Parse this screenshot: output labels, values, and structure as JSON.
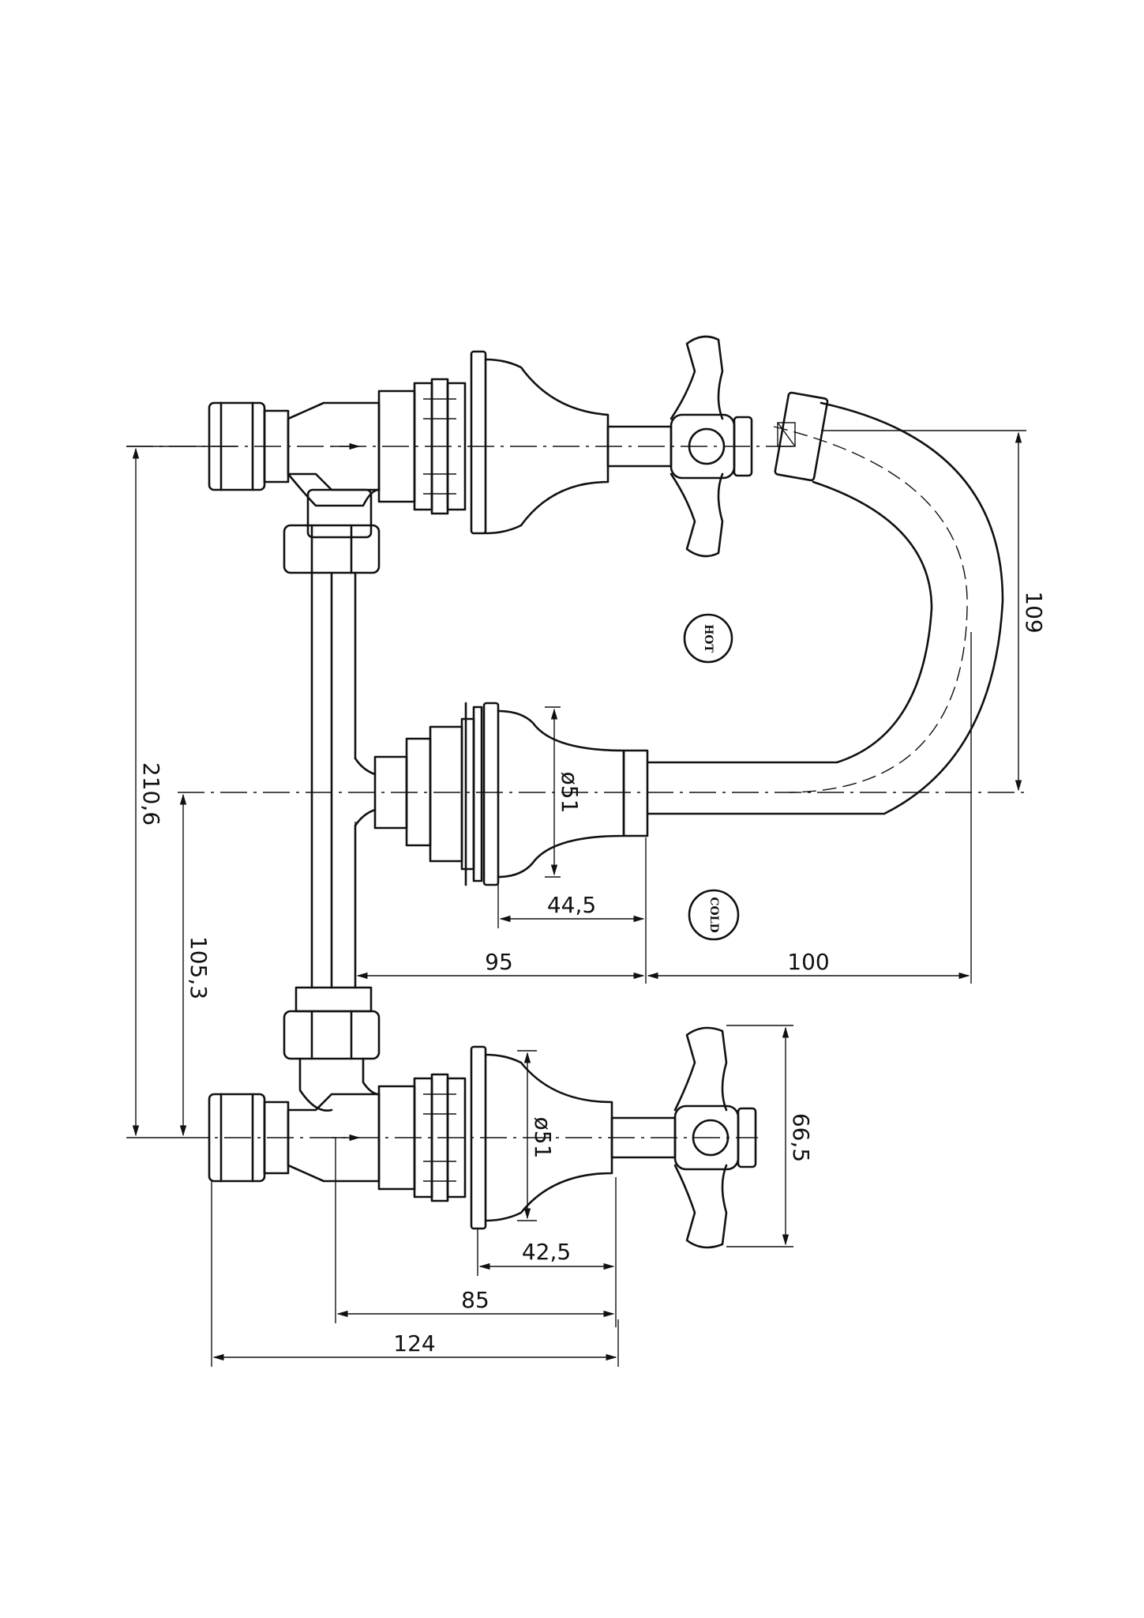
{
  "dimensions": {
    "total_height": "210,6",
    "center_to_bottom": "105,3",
    "spout_rise": "109",
    "flange_diameter_top": "ø51",
    "flange_diameter_bottom": "ø51",
    "spout_flange_depth": "44,5",
    "spout_projection_body": "95",
    "spout_reach": "100",
    "handle_span": "66,5",
    "bottom_flange_depth": "42,5",
    "bottom_body_length": "85",
    "bottom_total_length": "124"
  },
  "badges": {
    "hot": "HOT",
    "cold": "COLD"
  }
}
